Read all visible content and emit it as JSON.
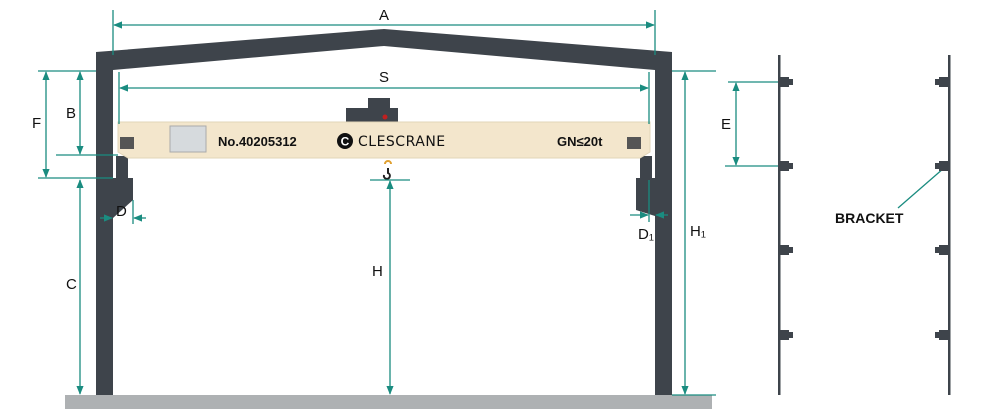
{
  "title": "Single girder overhead crane dimension diagram",
  "labels": {
    "A": "A",
    "S": "S",
    "F": "F",
    "B": "B",
    "C": "C",
    "D": "D",
    "H": "H",
    "D1": "D₁",
    "H1": "H₁",
    "E": "E",
    "bracket": "BRACKET"
  },
  "crane": {
    "serial": "No.40205312",
    "brand": "CLESCRANE",
    "brand_logo": "C",
    "capacity": "GN≤20t"
  },
  "colors": {
    "frame": "#3e444b",
    "dimension": "#1a8c80",
    "beam": "#f3e6cc",
    "ground": "#aeb1b3"
  }
}
